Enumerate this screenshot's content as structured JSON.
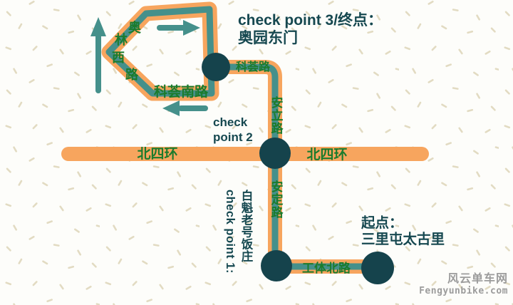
{
  "colors": {
    "background": "#fdfdfa",
    "confetti": "#e2dbc2",
    "road": "#f7a55e",
    "route": "#45908b",
    "marker": "#15434c",
    "road_label": "#1b7b2c",
    "dark_text": "#164850",
    "watermark": "#9c9c9c"
  },
  "checkpoints": {
    "cp3": {
      "line1": "check point 3/终点：",
      "line2": "奥园东门"
    },
    "cp2": {
      "line1": "check",
      "line2": "point 2"
    },
    "cp1": {
      "line1": "白魁老号饭庄",
      "line2": "check point 1:"
    },
    "start": {
      "line1": "起点：",
      "line2": "三里屯太古里"
    }
  },
  "roads": {
    "aolinxilu": {
      "chars": [
        "奥",
        "林",
        "西",
        "路"
      ]
    },
    "kehuinanlu": "科荟南路",
    "kehuilu": "科荟路",
    "anlilu": "安立路",
    "andinglu": "安定路",
    "beisihuan_left": "北四环",
    "beisihuan_right": "北四环",
    "gongtibeilu": "工体北路"
  },
  "map": {
    "markers": [
      "checkpoint-3-end",
      "checkpoint-2",
      "checkpoint-1",
      "start-point"
    ],
    "arrows": [
      {
        "icon": "arrow-up-icon",
        "direction": "up"
      },
      {
        "icon": "arrow-right-icon",
        "direction": "right"
      },
      {
        "icon": "arrow-left-icon",
        "direction": "left"
      }
    ]
  },
  "watermark": {
    "line1": "风云单车网",
    "line2": "Fengyunbike.com"
  }
}
